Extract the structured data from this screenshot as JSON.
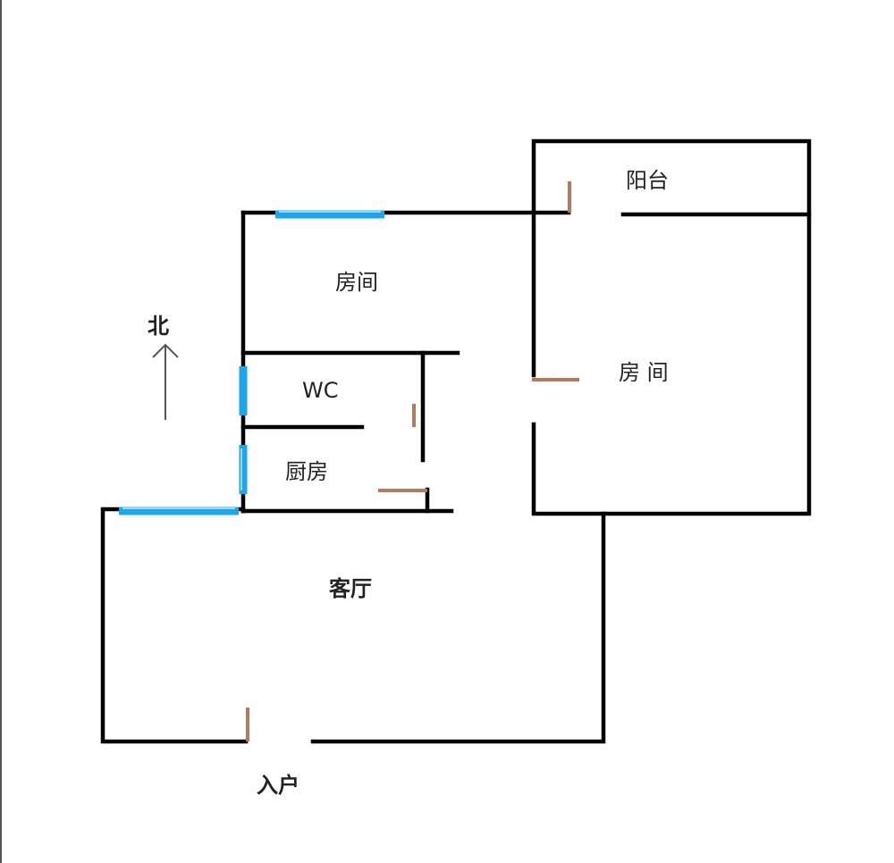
{
  "labels": {
    "balcony": "阳台",
    "room_north": "房间",
    "north": "北",
    "room_east": "房 间",
    "wc": "WC",
    "kitchen": "厨房",
    "living_room": "客厅",
    "entrance": "入户"
  },
  "colors": {
    "wall": "#000000",
    "window": "#1ea7e8",
    "door": "#b87a5e"
  }
}
